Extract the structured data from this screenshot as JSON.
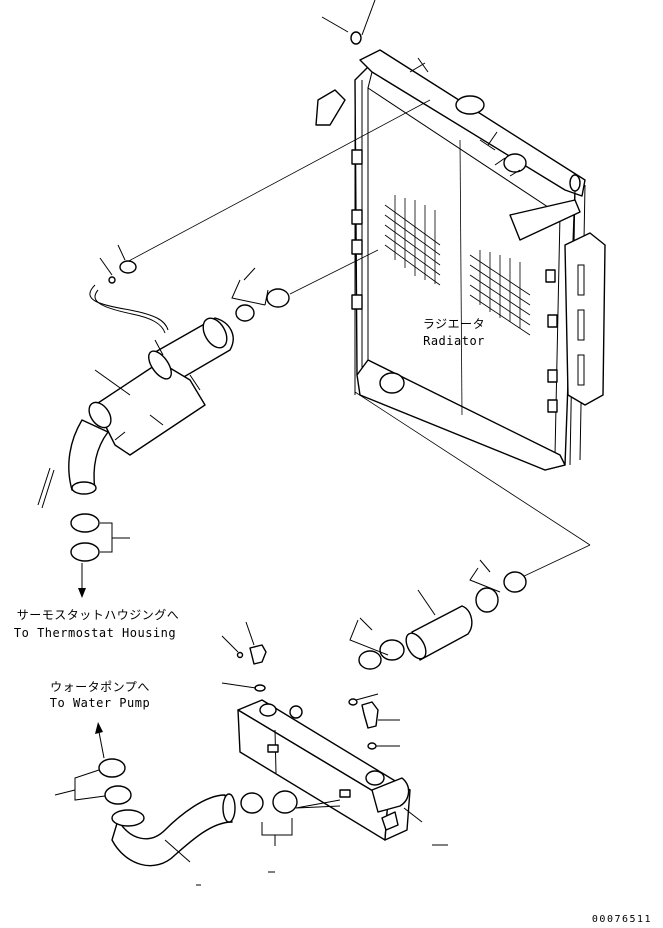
{
  "labels": {
    "radiator_jp": "ラジエータ",
    "radiator_en": "Radiator",
    "thermostat_jp": "サーモスタットハウジングへ",
    "thermostat_en": "To Thermostat Housing",
    "water_pump_jp": "ウォータポンプへ",
    "water_pump_en": "To Water Pump",
    "drawing_number": "00076511"
  },
  "icons": {
    "arrow_down": "arrow-down-icon",
    "arrow_up": "arrow-up-icon"
  }
}
